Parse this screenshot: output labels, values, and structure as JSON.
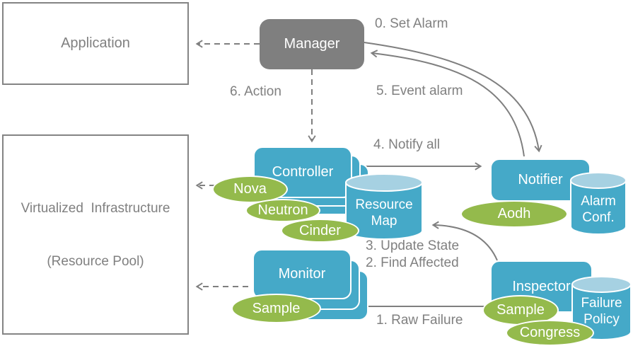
{
  "diagram_title": "fault-management-architecture",
  "colors": {
    "teal": "#45a9c8",
    "teal_light": "#a6d1e2",
    "green": "#94ba4c",
    "manager_gray": "#7f7f7f",
    "label_gray": "#808080",
    "box_border_gray": "#848484",
    "arrow_gray": "#7f7f7f"
  },
  "boxes": {
    "application": {
      "label": "Application"
    },
    "virtualized_infrastructure": {
      "label_line1": "Virtualized  Infrastructure",
      "label_line2": "(Resource Pool)"
    },
    "manager": {
      "label": "Manager"
    },
    "controller": {
      "label": "Controller"
    },
    "monitor": {
      "label": "Monitor"
    },
    "notifier": {
      "label": "Notifier"
    },
    "inspector": {
      "label": "Inspector"
    }
  },
  "cylinders": {
    "resource_map": {
      "line1": "Resource",
      "line2": "Map"
    },
    "alarm_conf": {
      "line1": "Alarm",
      "line2": "Conf."
    },
    "failure_policy": {
      "line1": "Failure",
      "line2": "Policy"
    }
  },
  "plugins": {
    "nova": "Nova",
    "neutron": "Neutron",
    "cinder": "Cinder",
    "monitor_sample": "Sample",
    "aodh": "Aodh",
    "inspector_sample": "Sample",
    "congress": "Congress"
  },
  "flow_labels": {
    "set_alarm": "0. Set Alarm",
    "event_alarm": "5. Event alarm",
    "action": "6. Action",
    "notify_all": "4. Notify all",
    "update_state": "3. Update State",
    "find_affected": "2. Find Affected",
    "raw_failure": "1. Raw Failure"
  }
}
